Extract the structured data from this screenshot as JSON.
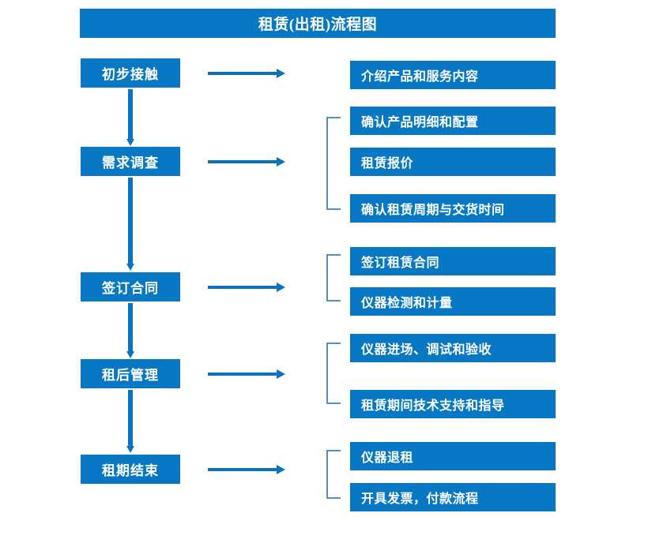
{
  "diagram": {
    "title": "租赁(出租)流程图",
    "accent_color": "#0878C4",
    "arrow_color": "#0A72BE",
    "bracket_color": "#5B8DBE",
    "text_color": "#FFFFFF"
  },
  "stages": [
    {
      "label": "初步接触"
    },
    {
      "label": "需求调查"
    },
    {
      "label": "签订合同"
    },
    {
      "label": "租后管理"
    },
    {
      "label": "租期结束"
    }
  ],
  "details": [
    {
      "label": "介绍产品和服务内容"
    },
    {
      "label": "确认产品明细和配置"
    },
    {
      "label": "租赁报价"
    },
    {
      "label": "确认租赁周期与交货时间"
    },
    {
      "label": "签订租赁合同"
    },
    {
      "label": "仪器检测和计量"
    },
    {
      "label": "仪器进场、调试和验收"
    },
    {
      "label": "租赁期间技术支持和指导"
    },
    {
      "label": "仪器退租"
    },
    {
      "label": "开具发票，付款流程"
    }
  ]
}
